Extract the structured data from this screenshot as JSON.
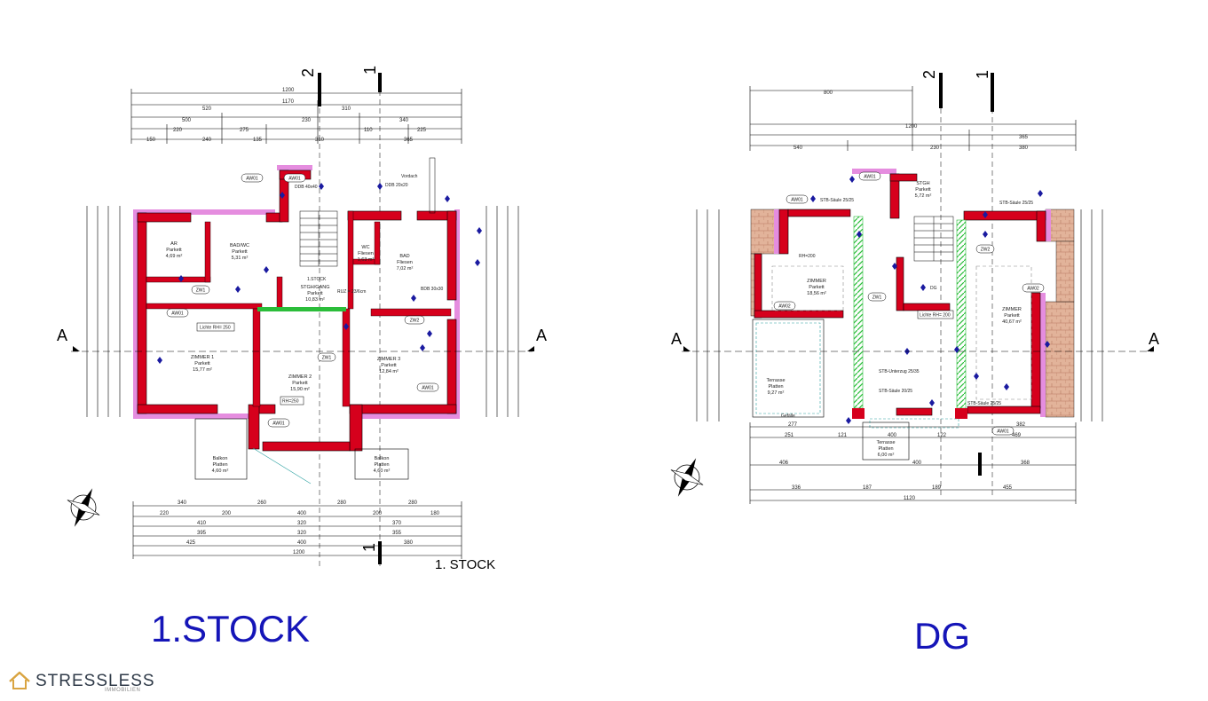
{
  "labels": {
    "first_floor": "1.STOCK",
    "attic": "DG"
  },
  "first_floor_plan": {
    "caption": "1. STOCK",
    "section_mark": "A",
    "cut_marks": [
      "2",
      "1"
    ],
    "rooms": [
      {
        "name": "AR",
        "floor": "Parkett",
        "area": "4,69 m²"
      },
      {
        "name": "BAD/WC",
        "floor": "Parkett",
        "area": "5,31 m²"
      },
      {
        "name": "STGH/GANG",
        "floor": "Parkett",
        "area": "10,83 m²"
      },
      {
        "name": "WC",
        "floor": "Fliesen",
        "area": "1,63 m²"
      },
      {
        "name": "BAD",
        "floor": "Fliesen",
        "area": "7,02 m²"
      },
      {
        "name": "ZIMMER 1",
        "floor": "Parkett",
        "area": "15,77 m²"
      },
      {
        "name": "ZIMMER 2",
        "floor": "Parkett",
        "area": "15,90 m²"
      },
      {
        "name": "ZIMMER 3",
        "floor": "Parkett",
        "area": "12,84 m²"
      },
      {
        "name": "Balkon",
        "floor": "Platten",
        "area": "4,60 m²"
      },
      {
        "name": "Balkon",
        "floor": "Platten",
        "area": "4,60 m²"
      }
    ],
    "tags": [
      "AW01",
      "AW01",
      "ZW1",
      "AW01",
      "ZW1",
      "ZW2",
      "AW01",
      "AW01"
    ],
    "notes": [
      "Lichte RH= 250",
      "RH=250",
      "1.STOCK",
      "Vordach",
      "DDB 40x40",
      "DDB 20x20",
      "BDB 30x30",
      "RUZ = 23/6cm"
    ],
    "top_dims": [
      "1200",
      "1170",
      "520",
      "310",
      "500",
      "230",
      "340",
      "220",
      "275",
      "110",
      "225",
      "150",
      "240",
      "135",
      "310",
      "365"
    ],
    "bottom_dims": [
      "340",
      "260",
      "280",
      "280",
      "220",
      "200",
      "400",
      "200",
      "180",
      "410",
      "320",
      "370",
      "395",
      "320",
      "355",
      "425",
      "400",
      "380",
      "1200"
    ]
  },
  "attic_plan": {
    "section_mark": "A",
    "cut_marks": [
      "2",
      "1"
    ],
    "rooms": [
      {
        "name": "STGH",
        "floor": "Parkett",
        "area": "5,72 m²"
      },
      {
        "name": "ZIMMER",
        "floor": "Parkett",
        "area": "18,56 m²"
      },
      {
        "name": "ZIMMER",
        "floor": "Parkett",
        "area": "40,67 m²"
      },
      {
        "name": "Terrasse",
        "floor": "Platten",
        "area": "9,27 m²"
      },
      {
        "name": "Terrasse",
        "floor": "Platten",
        "area": "6,00 m²"
      }
    ],
    "tags": [
      "AW01",
      "AW01",
      "ZW1",
      "ZW2",
      "AW02",
      "AW02",
      "AW01"
    ],
    "notes": [
      "STB-Säule 25/25",
      "STB-Säule 25/25",
      "STB-Säule 20/25",
      "STB-Säule 25/25",
      "STB-Unterzug 25/35",
      "Lichte RH= 200",
      "DG",
      "RH=200",
      "Gefälle"
    ],
    "top_dims": [
      "800",
      "1200",
      "365",
      "540",
      "230",
      "380"
    ],
    "bottom_dims": [
      "277",
      "382",
      "251",
      "121",
      "400",
      "122",
      "469",
      "406",
      "400",
      "368",
      "336",
      "187",
      "189",
      "455",
      "1120"
    ]
  },
  "logo": {
    "text": "STRESSLESS",
    "subtext": "IMMOBILIEN"
  },
  "colors": {
    "wall": "#d6001c",
    "label": "#1515b8",
    "tag_diamond": "#1a1aa0",
    "brick": "#d9a88c",
    "insulation": "#e58ddf",
    "column": "#2bbd3a"
  }
}
